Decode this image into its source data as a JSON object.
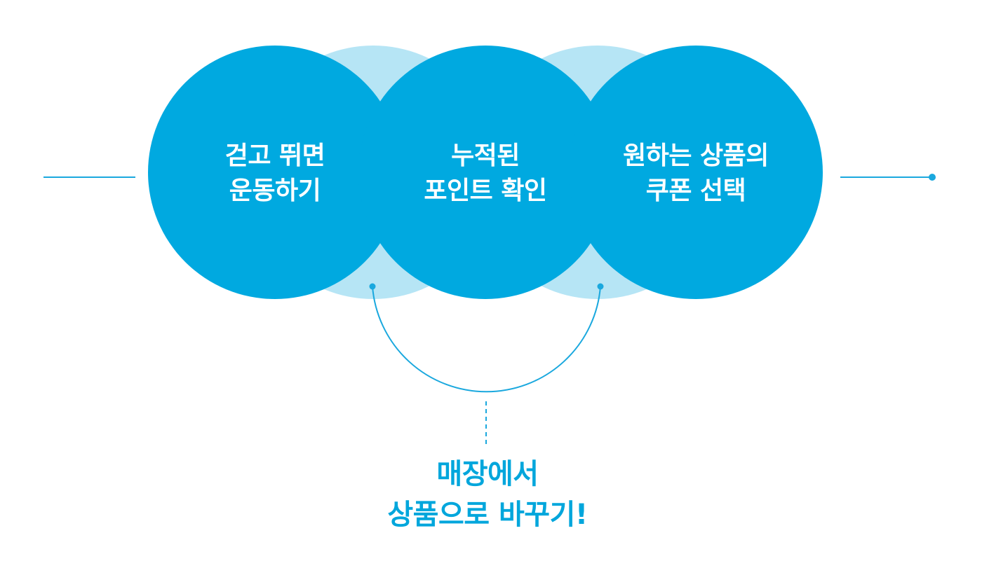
{
  "colors": {
    "primary": "#00a9e0",
    "light": "#b6e5f5",
    "line": "#1aa8de",
    "text_on_primary": "#ffffff",
    "callout_text": "#00a6dc"
  },
  "steps": [
    {
      "line1": "걷고 뛰면",
      "line2": "운동하기"
    },
    {
      "line1": "누적된",
      "line2": "포인트 확인"
    },
    {
      "line1": "원하는 상품의",
      "line2": "쿠폰 선택"
    }
  ],
  "result": {
    "line1": "매장에서",
    "line2": "상품으로 바꾸기!"
  }
}
